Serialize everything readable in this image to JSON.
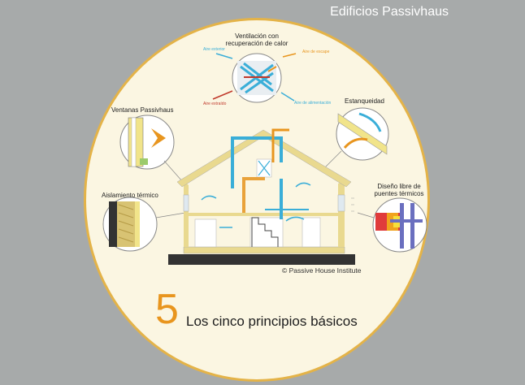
{
  "header": {
    "title": "Edificios Passivhaus"
  },
  "principles": {
    "ventilation": "Ventilación con recuperación de calor",
    "windows": "Ventanas Passivhaus",
    "airtightness": "Estanqueidad",
    "insulation": "Aislamiento térmico",
    "thermal_bridges": "Diseño libre de puentes térmicos"
  },
  "airflows": {
    "outdoor": "Aire exterior",
    "exhaust": "Aire de escape",
    "extracted": "Aire extraído",
    "supply": "Aire de alimentación"
  },
  "footer": {
    "number": "5",
    "subtitle": "Los cinco principios básicos"
  },
  "credit": "© Passive House Institute",
  "colors": {
    "accent": "#e8951e",
    "blue": "#3aaed8",
    "wall": "#e9d98f",
    "ground": "#333333",
    "border": "#e4b348"
  }
}
